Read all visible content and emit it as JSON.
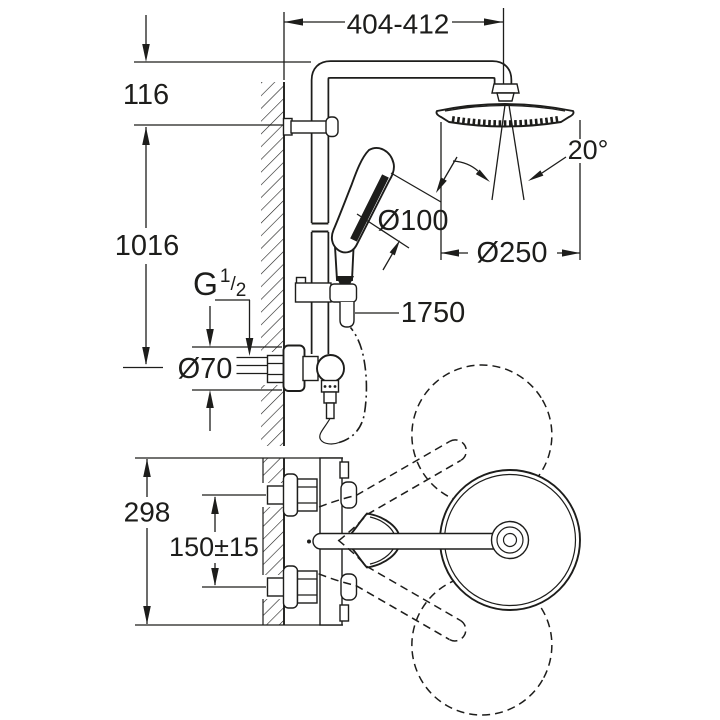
{
  "diagram": {
    "dimensions": {
      "arm_reach": "404-412",
      "head_offset": "116",
      "rail_length": "1016",
      "thread": {
        "letter": "G",
        "numerator": "1",
        "slash": "/",
        "denominator": "2"
      },
      "escutcheon_diameter": "Ø70",
      "hand_shower_diameter": "Ø100",
      "head_shower_diameter": "Ø250",
      "spray_angle": "20°",
      "hose_length": "1750",
      "body_depth": "298",
      "inlet_spacing": "150±15"
    },
    "colors": {
      "line": "#1d1d1b",
      "background": "#ffffff"
    }
  }
}
